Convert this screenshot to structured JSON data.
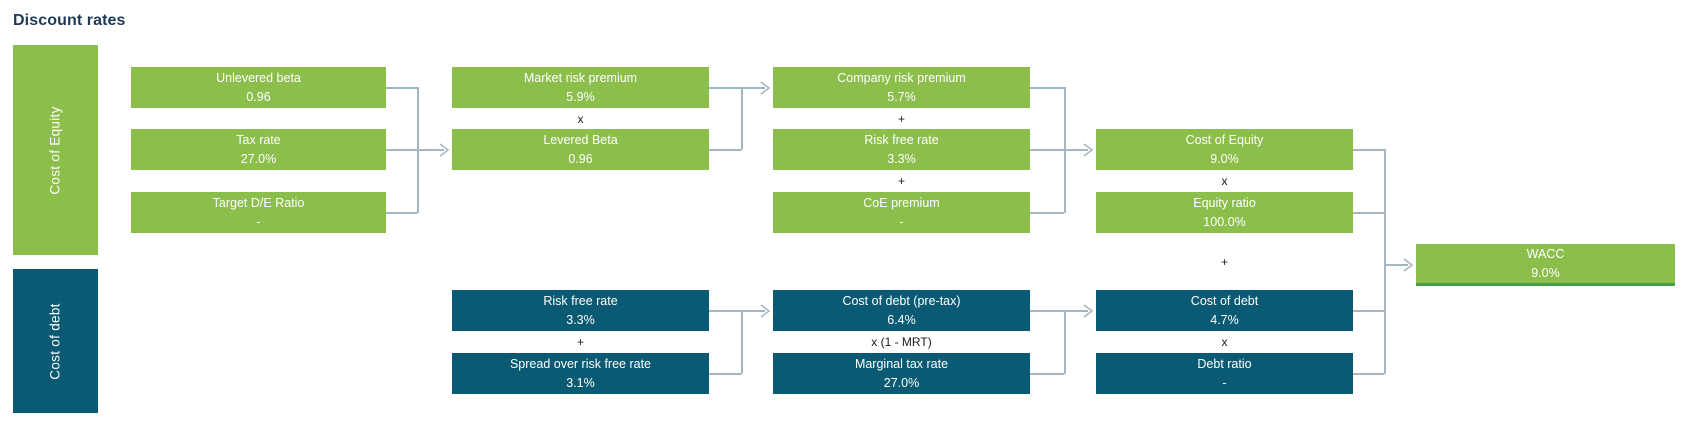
{
  "title": "Discount rates",
  "colors": {
    "equity_green": "#8cbe4c",
    "debt_teal": "#0a5a73",
    "wacc_underline_green": "#46a04a",
    "title_navy": "#1f3a54",
    "connector_gray": "#a4b6c2",
    "operator_dark": "#1b1b1b",
    "box_text": "#ffffff"
  },
  "sections": {
    "equity": {
      "label": "Cost of Equity"
    },
    "debt": {
      "label": "Cost of debt"
    }
  },
  "nodes": {
    "unlevered_beta": {
      "label": "Unlevered beta",
      "value": "0.96"
    },
    "tax_rate": {
      "label": "Tax rate",
      "value": "27.0%"
    },
    "target_de_ratio": {
      "label": "Target D/E Ratio",
      "value": "-"
    },
    "market_risk_premium": {
      "label": "Market risk premium",
      "value": "5.9%"
    },
    "levered_beta": {
      "label": "Levered Beta",
      "value": "0.96"
    },
    "company_risk_premium": {
      "label": "Company risk premium",
      "value": "5.7%"
    },
    "risk_free_rate_equity": {
      "label": "Risk free rate",
      "value": "3.3%"
    },
    "coe_premium": {
      "label": "CoE premium",
      "value": "-"
    },
    "cost_of_equity": {
      "label": "Cost of Equity",
      "value": "9.0%"
    },
    "equity_ratio": {
      "label": "Equity ratio",
      "value": "100.0%"
    },
    "wacc": {
      "label": "WACC",
      "value": "9.0%"
    },
    "risk_free_rate_debt": {
      "label": "Risk free rate",
      "value": "3.3%"
    },
    "spread_over_rfr": {
      "label": "Spread over risk free rate",
      "value": "3.1%"
    },
    "cost_of_debt_pretax": {
      "label": "Cost of debt (pre-tax)",
      "value": "6.4%"
    },
    "marginal_tax_rate": {
      "label": "Marginal tax rate",
      "value": "27.0%"
    },
    "cost_of_debt": {
      "label": "Cost of debt",
      "value": "4.7%"
    },
    "debt_ratio": {
      "label": "Debt ratio",
      "value": "-"
    }
  },
  "operators": {
    "multiply_beta": "x",
    "plus_company_premium": "+",
    "plus_coe_premium": "+",
    "multiply_equity_ratio": "x",
    "plus_wacc": "+",
    "plus_spread": "+",
    "multiply_one_minus_mrt": "x (1 - MRT)",
    "multiply_debt_ratio": "x"
  }
}
